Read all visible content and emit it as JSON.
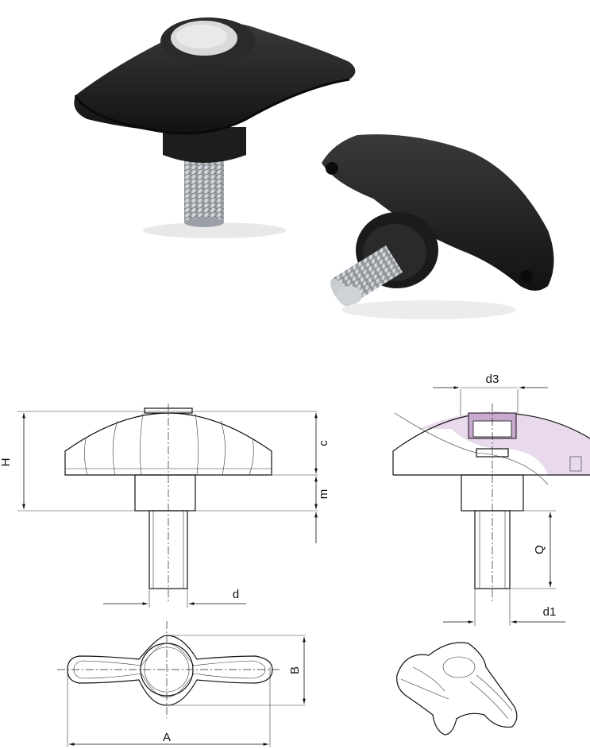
{
  "drawing": {
    "labels": {
      "H": "H",
      "c": "c",
      "m": "m",
      "d": "d",
      "d3": "d3",
      "Q": "Q",
      "d1": "d1",
      "A": "A",
      "B": "B"
    },
    "colors": {
      "knob_body": "#1d1d1d",
      "insert_cap": "#d9d9d9",
      "thread": "#b9bec4",
      "section_fill": "#e9d9ec",
      "insert_section": "#c9a9cf"
    },
    "icons": [
      "knob-photo-insert",
      "knob-photo-rear",
      "iso-view-icon"
    ]
  }
}
